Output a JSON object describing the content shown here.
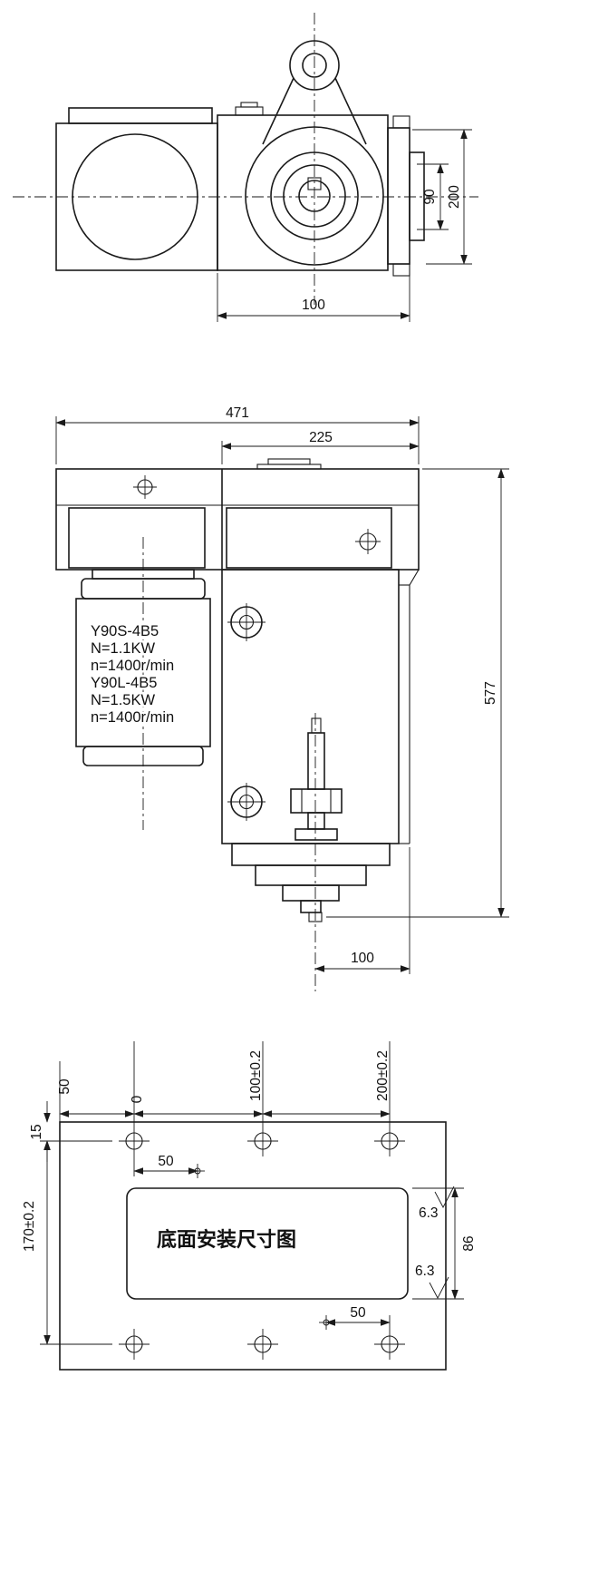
{
  "line_color": "#1a1a1a",
  "background_color": "#ffffff",
  "top_view": {
    "dim_width_center": "90",
    "dim_width_overall": "200",
    "dim_offset": "100"
  },
  "front_view": {
    "dim_overall_width": "471",
    "dim_body_width": "225",
    "dim_overall_height": "577",
    "dim_shaft_offset": "100",
    "motor_specs": [
      "Y90S-4B5",
      "N=1.1KW",
      "n=1400r/min",
      "Y90L-4B5",
      "N=1.5KW",
      "n=1400r/min"
    ]
  },
  "bottom_view": {
    "title": "底面安装尺寸图",
    "dim_edge": "50",
    "dim_datum": "0",
    "dim_hole_100": "100±0.2",
    "dim_hole_200": "200±0.2",
    "dim_edge_top": "15",
    "dim_hole_vert": "170±0.2",
    "dim_inner_top": "50",
    "dim_inner_bottom": "50",
    "dim_recess": "86",
    "roughness_1": "6.3",
    "roughness_2": "6.3"
  }
}
